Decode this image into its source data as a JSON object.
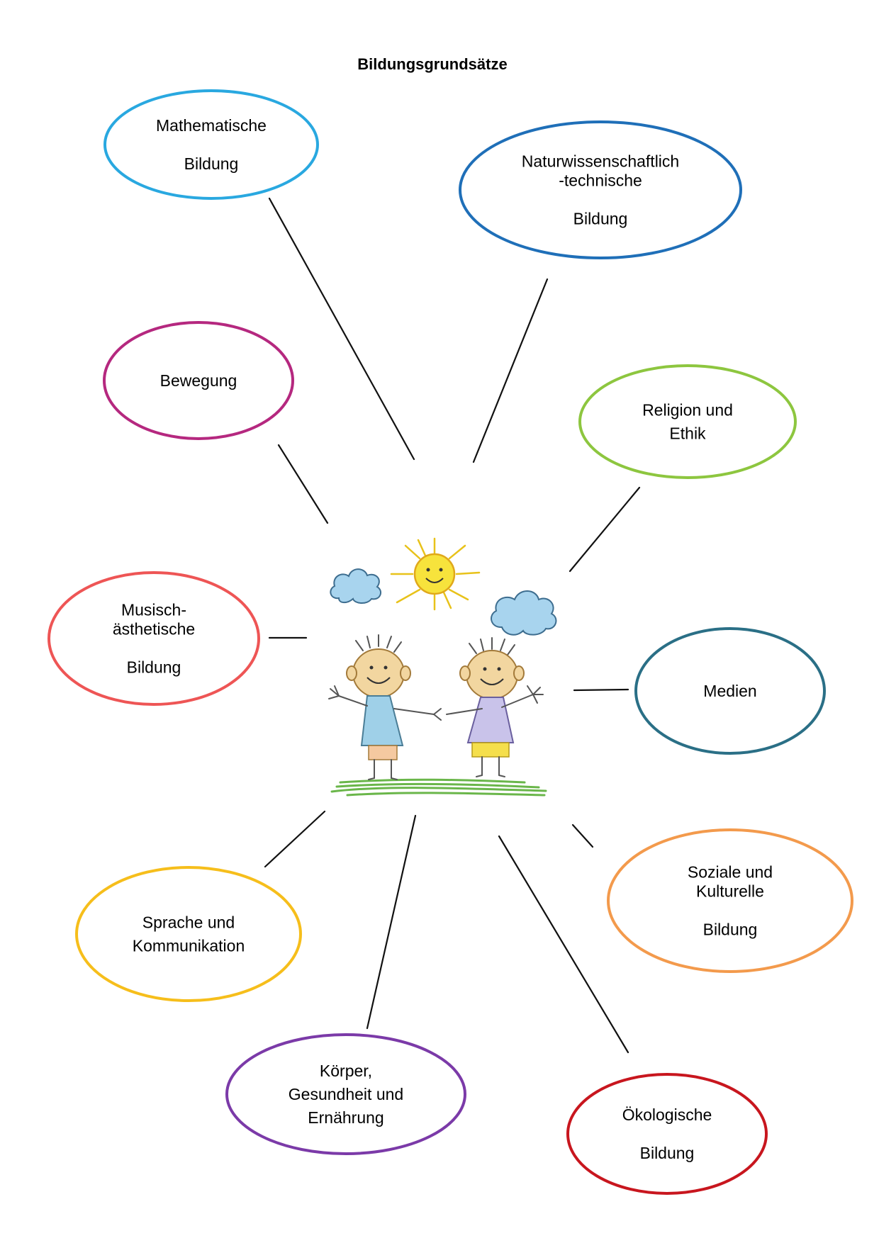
{
  "title": "Bildungsgrundsätze",
  "nodes": [
    {
      "id": "mathematische-bildung",
      "lines": [
        "Mathematische",
        "",
        "Bildung"
      ],
      "color": "#29a8e0"
    },
    {
      "id": "naturwissenschaftlich-technische-bildung",
      "lines": [
        "Naturwissenschaftlich",
        "-technische",
        "",
        "Bildung"
      ],
      "color": "#1f6fb8"
    },
    {
      "id": "bewegung",
      "lines": [
        "Bewegung"
      ],
      "color": "#b5287f"
    },
    {
      "id": "religion-und-ethik",
      "lines": [
        "Religion und",
        "Ethik"
      ],
      "color": "#8dc63f"
    },
    {
      "id": "musisch-aesthetische-bildung",
      "lines": [
        "Musisch-",
        "ästhetische",
        "",
        "Bildung"
      ],
      "color": "#ee5555"
    },
    {
      "id": "medien",
      "lines": [
        "Medien"
      ],
      "color": "#2a6f86"
    },
    {
      "id": "sprache-und-kommunikation",
      "lines": [
        "Sprache und",
        "Kommunikation"
      ],
      "color": "#f6be1b"
    },
    {
      "id": "soziale-und-kulturelle-bildung",
      "lines": [
        "Soziale und",
        "Kulturelle",
        "",
        "Bildung"
      ],
      "color": "#f39a4c"
    },
    {
      "id": "koerper-gesundheit-ernaehrung",
      "lines": [
        "Körper,",
        "Gesundheit und",
        "Ernährung"
      ],
      "color": "#7b3aa8"
    },
    {
      "id": "oekologische-bildung",
      "lines": [
        "Ökologische",
        "",
        "Bildung"
      ],
      "color": "#c8161e"
    }
  ],
  "center_illustration": {
    "icon": "children-with-sun-and-clouds-drawing",
    "shirt_colors": [
      "#9fd0e8",
      "#c9c3ea"
    ],
    "sun_color": "#f7e33c",
    "cloud_color": "#a8d4ee",
    "grass_color": "#6ab64a"
  }
}
